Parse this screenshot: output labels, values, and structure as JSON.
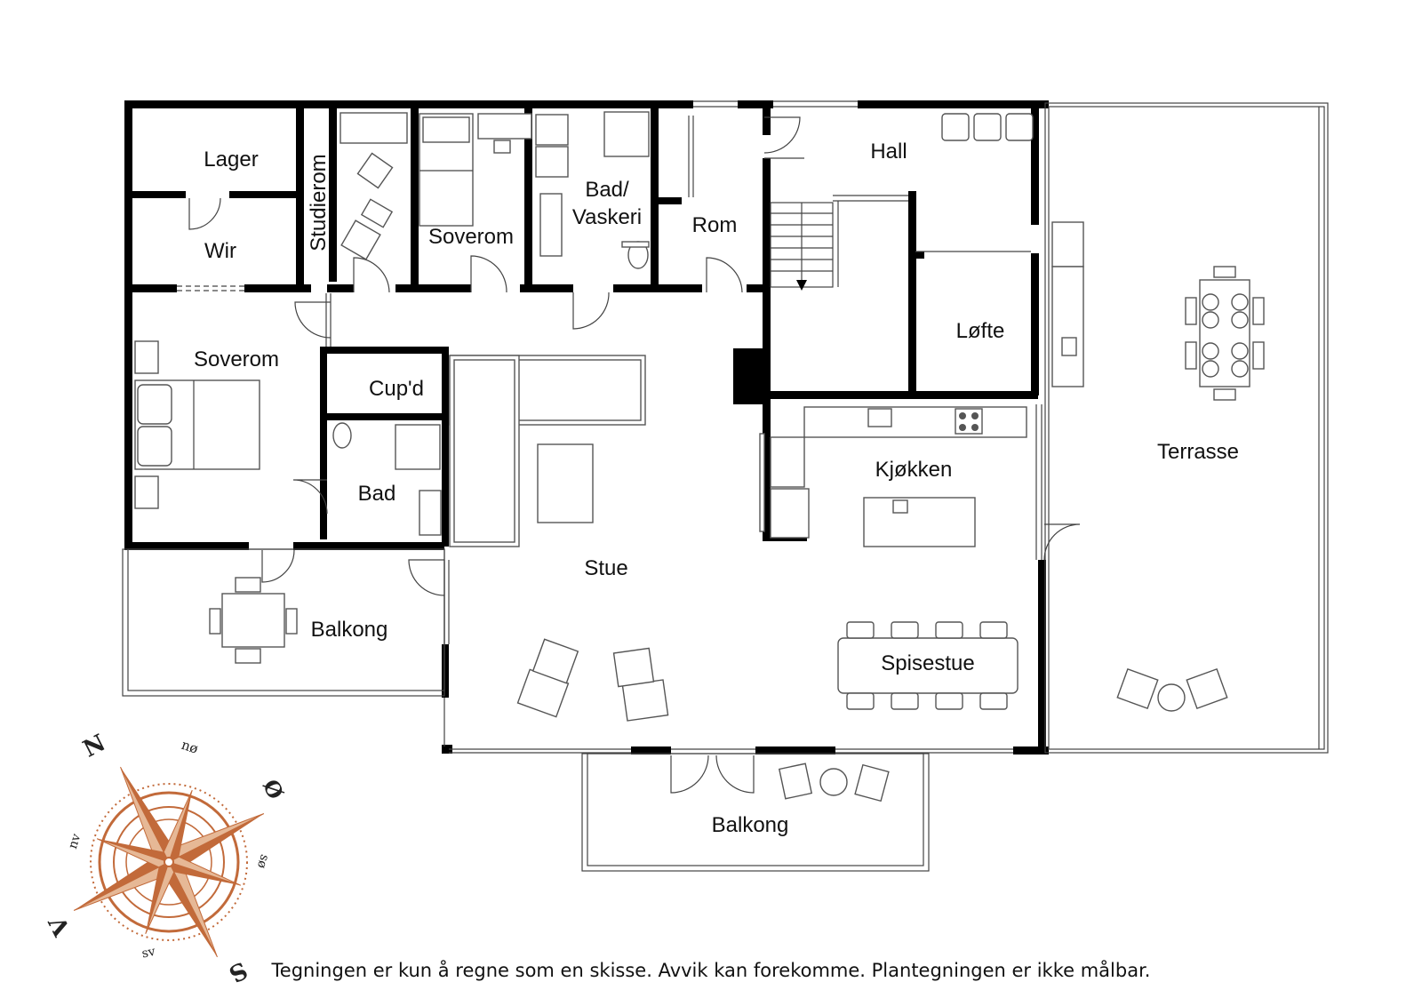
{
  "rooms": {
    "lager": "Lager",
    "wir": "Wir",
    "studierom": "Studierom",
    "soverom_top": "Soverom",
    "bad_vaskeri_1": "Bad/",
    "bad_vaskeri_2": "Vaskeri",
    "rom": "Rom",
    "hall": "Hall",
    "lofte": "Løfte",
    "terrasse": "Terrasse",
    "soverom_main": "Soverom",
    "cupd": "Cup'd",
    "bad": "Bad",
    "kjokken": "Kjøkken",
    "stue": "Stue",
    "balkong_left": "Balkong",
    "spisestue": "Spisestue",
    "balkong_bottom": "Balkong"
  },
  "compass": {
    "n": "N",
    "no": "nø",
    "o": "Ø",
    "so": "sø",
    "s": "S",
    "sv": "sv",
    "v": "V",
    "nv": "nv",
    "color": "#c26a3a"
  },
  "disclaimer": "Tegningen er kun å regne som en skisse. Avvik kan forekomme. Plantegningen er ikke målbar."
}
